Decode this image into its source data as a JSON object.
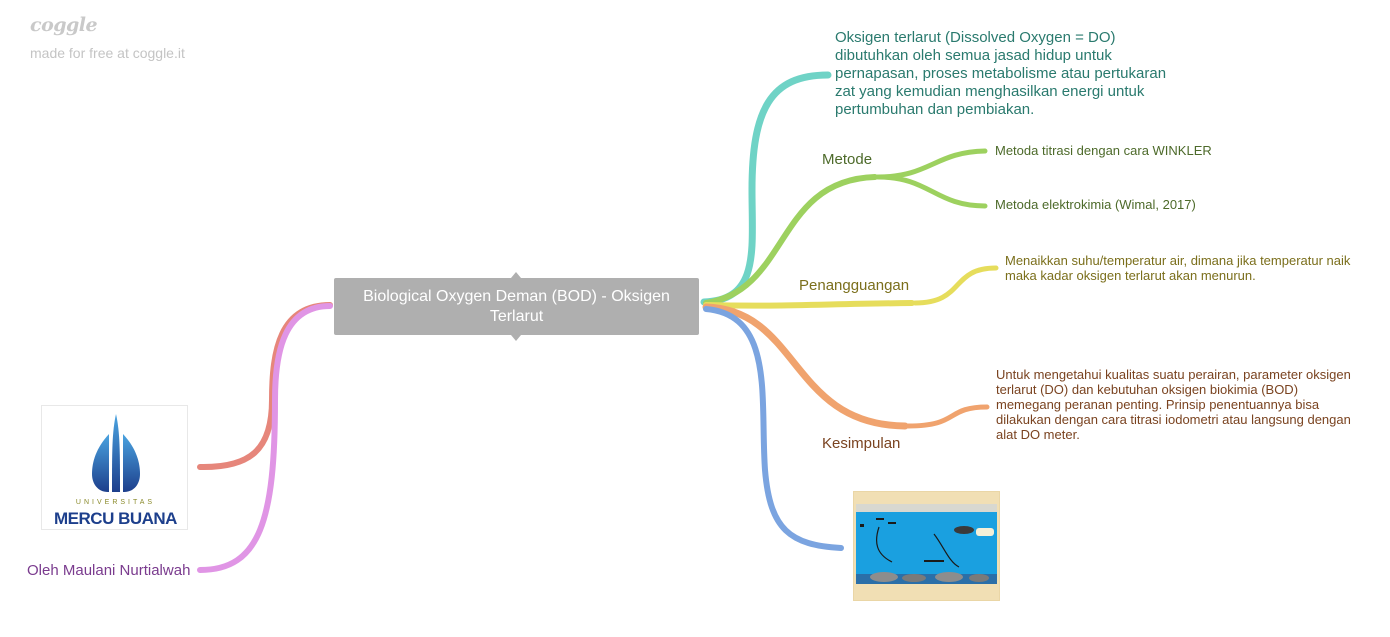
{
  "brand": {
    "logo_text": "coggle",
    "tagline": "made for free at coggle.it"
  },
  "central": {
    "title": "Biological Oxygen Deman (BOD) - Oksigen Terlarut"
  },
  "branches": {
    "definition": {
      "text": "Oksigen terlarut (Dissolved Oxygen = DO) dibutuhkan oleh semua jasad hidup untuk pernapasan, proses metabolisme atau pertukaran zat yang kemudian menghasilkan energi untuk pertumbuhan dan pembiakan.",
      "color": "#6fd3c6"
    },
    "metode": {
      "label": "Metode",
      "color": "#9dd15f",
      "items": [
        "Metoda titrasi dengan cara WINKLER",
        "Metoda elektrokimia (Wimal, 2017)"
      ]
    },
    "penanggulangan": {
      "label": "Penangguangan",
      "color": "#e6dd5c",
      "text": "Menaikkan suhu/temperatur air, dimana jika temperatur naik maka kadar oksigen terlarut akan menurun."
    },
    "kesimpulan": {
      "label": "Kesimpulan",
      "color": "#f0a36e",
      "text": "Untuk mengetahui kualitas suatu perairan, parameter oksigen terlarut (DO) dan kebutuhan oksigen biokimia (BOD) memegang peranan penting. Prinsip penentuannya bisa dilakukan dengan cara titrasi iodometri atau langsung dengan alat DO meter."
    },
    "image_branch": {
      "color": "#7ba4e0"
    },
    "logo_branch": {
      "color": "#e6867b",
      "logo_univ": "UNIVERSITAS",
      "logo_name": "MERCU BUANA"
    },
    "author": {
      "label": "Oleh Maulani Nurtialwah",
      "color": "#e095e5"
    }
  }
}
